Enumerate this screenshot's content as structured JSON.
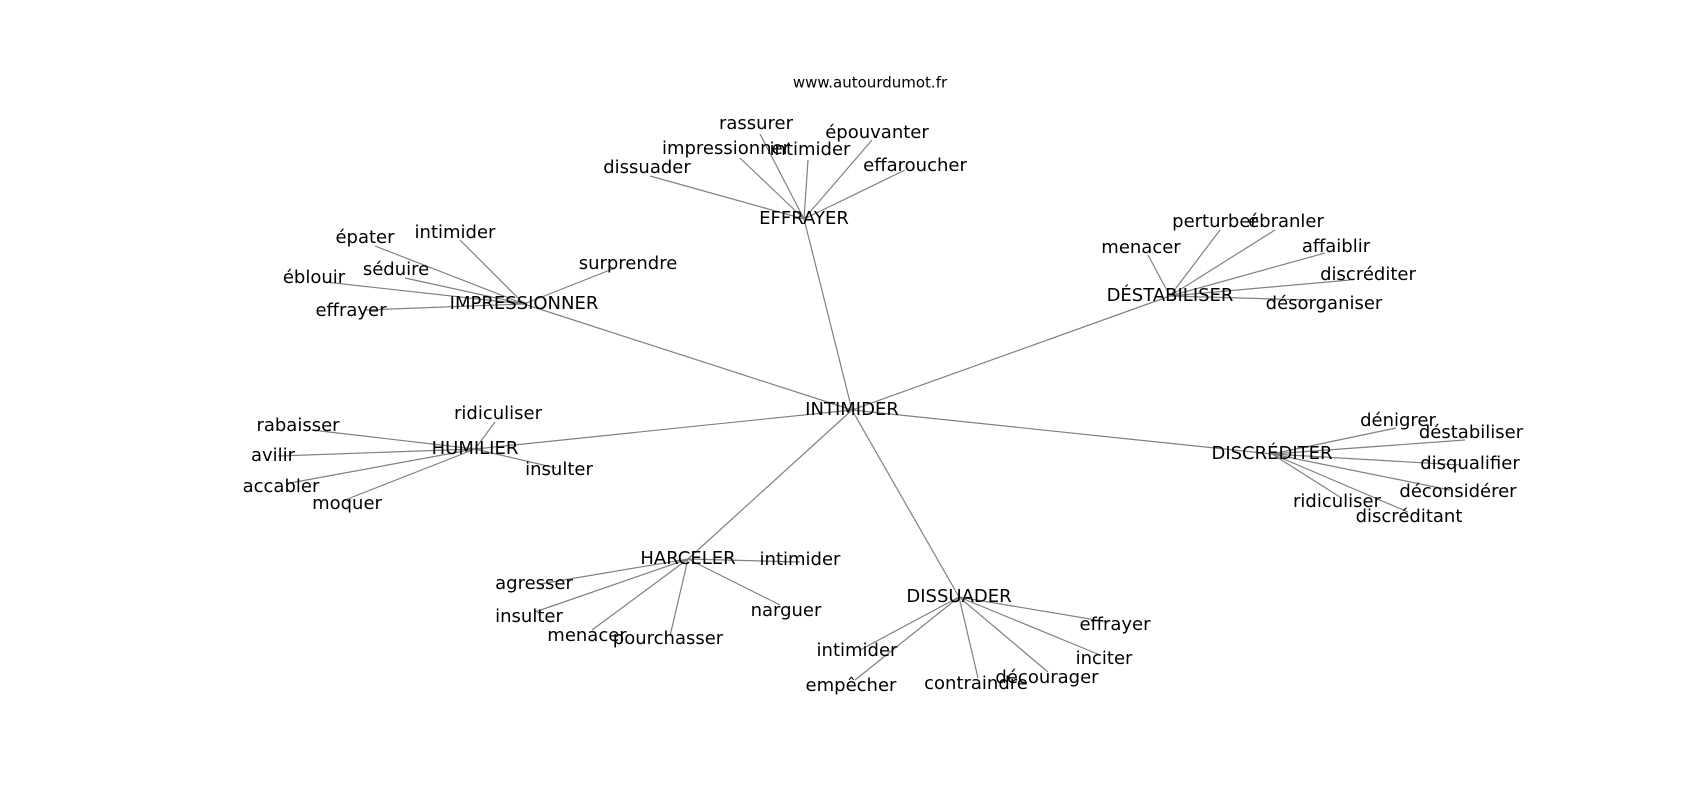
{
  "site": "www.autourdumot.fr",
  "graph": {
    "center": "INTIMIDER",
    "hubs": [
      {
        "label": "EFFRAYER",
        "leaves": [
          "rassurer",
          "impressionner",
          "intimider",
          "épouvanter",
          "dissuader",
          "effaroucher"
        ]
      },
      {
        "label": "IMPRESSIONNER",
        "leaves": [
          "épater",
          "intimider",
          "séduire",
          "surprendre",
          "éblouir",
          "effrayer"
        ]
      },
      {
        "label": "DÉSTABILISER",
        "leaves": [
          "perturber",
          "ébranler",
          "menacer",
          "affaiblir",
          "discréditer",
          "désorganiser"
        ]
      },
      {
        "label": "HUMILIER",
        "leaves": [
          "ridiculiser",
          "rabaisser",
          "avilir",
          "insulter",
          "accabler",
          "moquer"
        ]
      },
      {
        "label": "DISCRÉDITER",
        "leaves": [
          "dénigrer",
          "déstabiliser",
          "disqualifier",
          "déconsidérer",
          "ridiculiser",
          "discréditant"
        ]
      },
      {
        "label": "HARCELER",
        "leaves": [
          "intimider",
          "agresser",
          "insulter",
          "narguer",
          "menacer",
          "pourchasser"
        ]
      },
      {
        "label": "DISSUADER",
        "leaves": [
          "effrayer",
          "inciter",
          "intimider",
          "décourager",
          "contraindre",
          "empêcher"
        ]
      }
    ]
  }
}
